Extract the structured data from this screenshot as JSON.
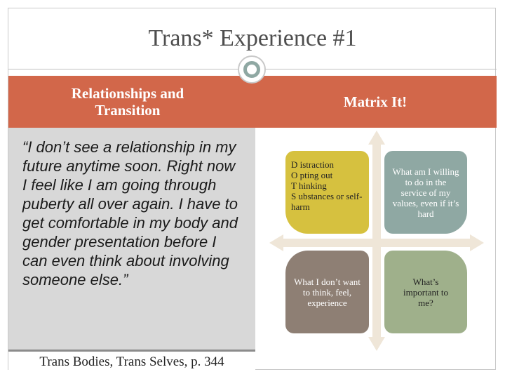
{
  "slide": {
    "title": "Trans* Experience #1",
    "left_heading_line1": "Relationships and",
    "left_heading_line2": "Transition",
    "right_heading": "Matrix It!",
    "quote": "“I don’t see a relationship in my future anytime soon. Right now I feel like I am going through puberty all over again. I have to get comfortable in my body and gender presentation before I can even think about involving someone else.”",
    "source": "Trans Bodies, Trans Selves, p. 344"
  },
  "matrix": {
    "top_left_lines": [
      {
        "initial": "D",
        "rest": " istraction"
      },
      {
        "initial": "O",
        "rest": " pting out"
      },
      {
        "initial": "T",
        "rest": " hinking"
      },
      {
        "initial": "S",
        "rest": " ubstances or self-harm"
      }
    ],
    "top_right": "What am I willing to do in the service of my values, even if it’s hard",
    "bottom_left": "What I don’t want to think, feel, experience",
    "bottom_right": "What’s important to me?"
  },
  "colors": {
    "header_band": "#d2674a",
    "quote_panel": "#d8d8d8",
    "top_left": "#d6c13f",
    "top_right": "#8fa8a3",
    "bottom_left": "#8e7f74",
    "bottom_right": "#9fb08b",
    "arrows": "#efe6d8"
  },
  "icons": {
    "title_ornament": "ring-circle-icon"
  }
}
